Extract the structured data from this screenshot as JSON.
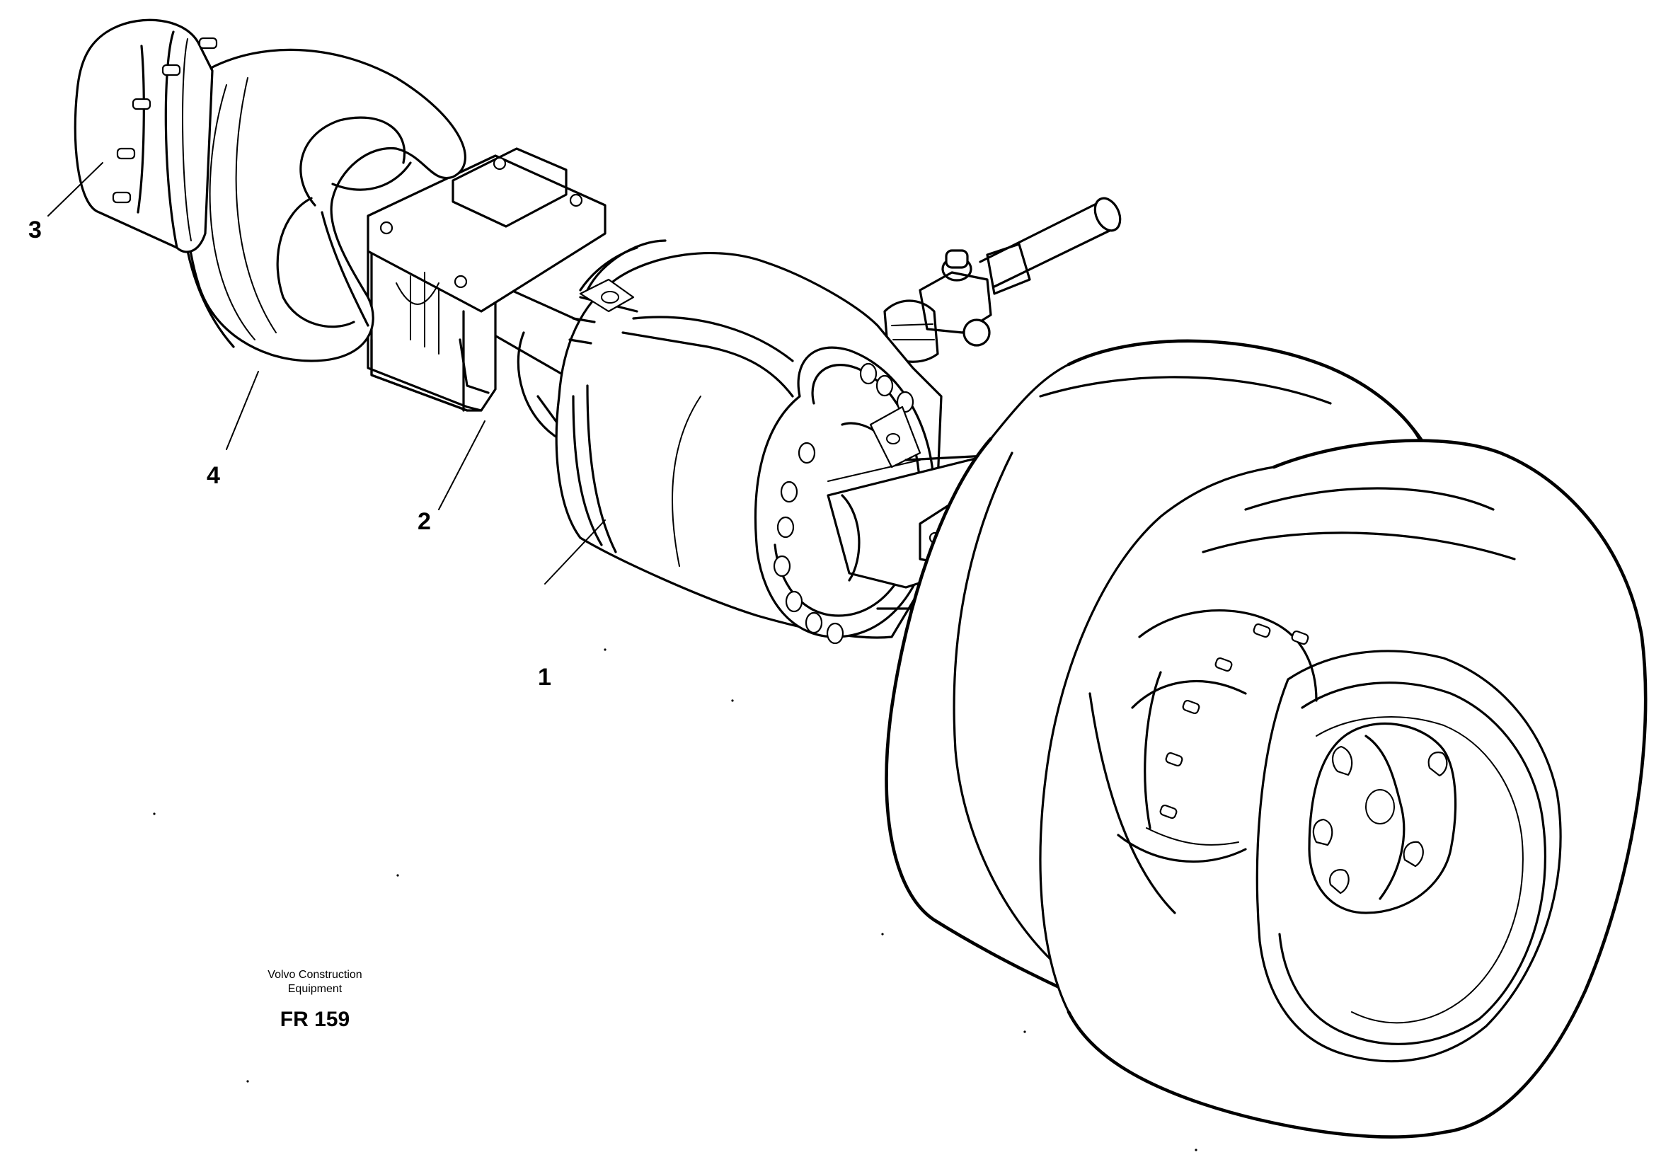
{
  "figure": {
    "subject": "axle-assembly",
    "callouts": [
      {
        "label": "1",
        "part": "axle-housing-center"
      },
      {
        "label": "2",
        "part": "axle-tube"
      },
      {
        "label": "3",
        "part": "wheel-hub"
      },
      {
        "label": "4",
        "part": "brake-drum"
      }
    ]
  },
  "credit": {
    "line1": "Volvo Construction",
    "line2": "Equipment",
    "figure_code": "FR 159"
  }
}
